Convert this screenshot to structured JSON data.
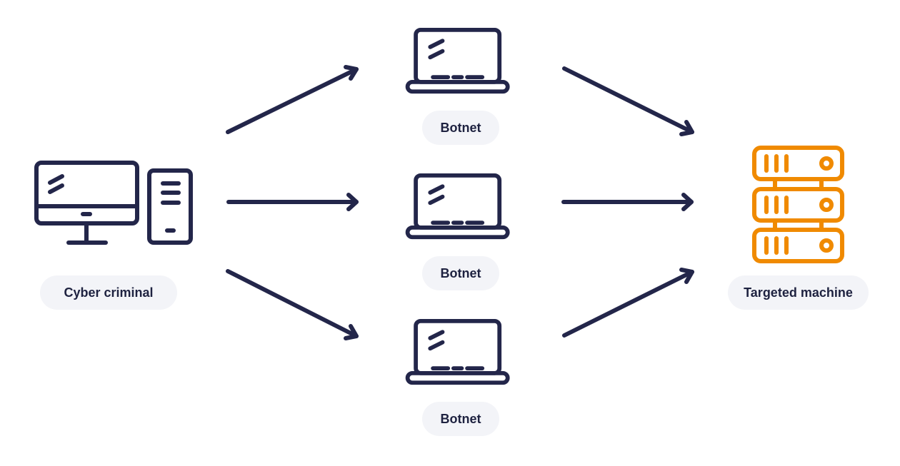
{
  "colors": {
    "navy": "#23264a",
    "target_accent": "#f08a00",
    "pill_background": "#f3f4f8",
    "text": "#1e2240"
  },
  "nodes": {
    "source": {
      "label": "Cyber criminal",
      "icon": "desktop-computer-icon"
    },
    "botnets": [
      {
        "label": "Botnet",
        "icon": "laptop-icon"
      },
      {
        "label": "Botnet",
        "icon": "laptop-icon"
      },
      {
        "label": "Botnet",
        "icon": "laptop-icon"
      }
    ],
    "target": {
      "label": "Targeted machine",
      "icon": "server-icon"
    }
  },
  "edges": [
    {
      "from": "source",
      "to": "botnet-1"
    },
    {
      "from": "source",
      "to": "botnet-2"
    },
    {
      "from": "source",
      "to": "botnet-3"
    },
    {
      "from": "botnet-1",
      "to": "target"
    },
    {
      "from": "botnet-2",
      "to": "target"
    },
    {
      "from": "botnet-3",
      "to": "target"
    }
  ]
}
